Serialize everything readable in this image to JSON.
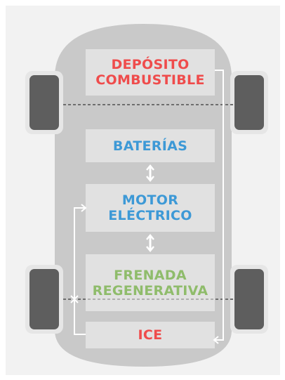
{
  "diagram": {
    "components": {
      "fuel_tank": "DEPÓSITO\nCOMBUSTIBLE",
      "batteries": "BATERÍAS",
      "electric_motor": "MOTOR\nELÉCTRICO",
      "regenerative_braking": "FRENADA\nREGENERATIVA",
      "ice": "ICE"
    },
    "colors": {
      "red": "#ef4c4c",
      "blue": "#3d99d6",
      "green": "#8fbc6b",
      "car_body": "#c9c9c9",
      "wheel": "#5e5e5e"
    }
  }
}
